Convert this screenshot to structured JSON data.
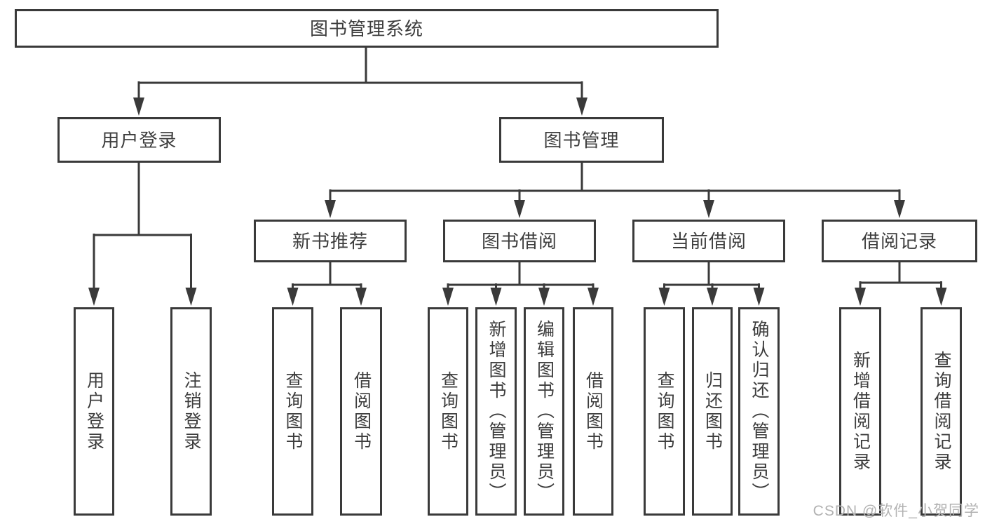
{
  "nodes": {
    "root": "图书管理系统",
    "level1": [
      "用户登录",
      "图书管理"
    ],
    "level2": [
      "新书推荐",
      "图书借阅",
      "当前借阅",
      "借阅记录"
    ],
    "leaves": {
      "user_login": [
        "用户登录",
        "注销登录"
      ],
      "new_book": [
        "查询图书",
        "借阅图书"
      ],
      "book_borrow": [
        "查询图书",
        "新增图书（管理员）",
        "编辑图书（管理员）",
        "借阅图书"
      ],
      "current_borrow": [
        "查询图书",
        "归还图书",
        "确认归还（管理员）"
      ],
      "borrow_record": [
        "新增借阅记录",
        "查询借阅记录"
      ]
    }
  },
  "watermark": "CSDN @软件_小贺同学",
  "colors": {
    "line": "#3a3a3a",
    "text": "#3d3d3d",
    "background": "#ffffff",
    "watermark": "#b2b2b2"
  }
}
